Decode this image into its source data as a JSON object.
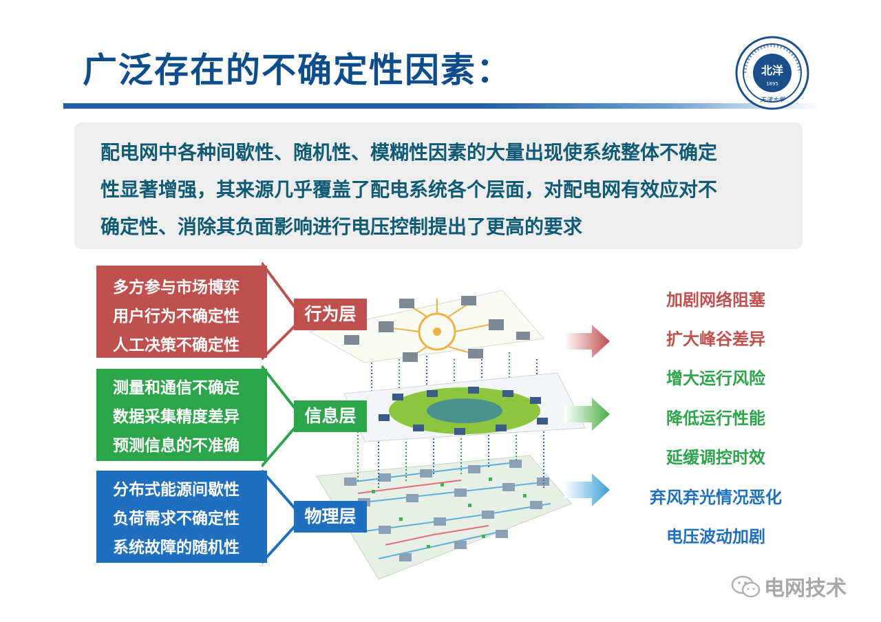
{
  "title": "广泛存在的不确定性因素：",
  "logo": {
    "text_top": "TIANJIN UNIVERSITY (PEIYANG UNIVERSITY)",
    "year": "1895",
    "center": "北洋",
    "bottom": "天津大學"
  },
  "intro": {
    "lines": [
      "配电网中各种间歇性、随机性、模糊性因素的大量出现使系统整体不确定",
      "性显著增强，其来源几乎覆盖了配电系统各个层面，对配电网有效应对不",
      "确定性、消除其负面影响进行电压控制提出了更高的要求"
    ]
  },
  "layers": [
    {
      "name": "行为层",
      "color": "#c0504d",
      "causes": [
        "多方参与市场博弈",
        "用户行为不确定性",
        "人工决策不确定性"
      ]
    },
    {
      "name": "信息层",
      "color": "#2ca54a",
      "causes": [
        "测量和通信不确定",
        "数据采集精度差异",
        "预测信息的不准确"
      ]
    },
    {
      "name": "物理层",
      "color": "#1f6fbf",
      "causes": [
        "分布式能源间歇性",
        "负荷需求不确定性",
        "系统故障的随机性"
      ]
    }
  ],
  "effects": [
    {
      "text": "加剧网络阻塞",
      "color": "#c0504d"
    },
    {
      "text": "扩大峰谷差异",
      "color": "#c0504d"
    },
    {
      "text": "增大运行风险",
      "color": "#2ca54a"
    },
    {
      "text": "降低运行性能",
      "color": "#2ca54a"
    },
    {
      "text": "延缓调控时效",
      "color": "#2ca54a"
    },
    {
      "text": "弃风弃光情况恶化",
      "color": "#1f6fbf"
    },
    {
      "text": "电压波动加剧",
      "color": "#1f6fbf"
    }
  ],
  "watermark": "电网技术"
}
